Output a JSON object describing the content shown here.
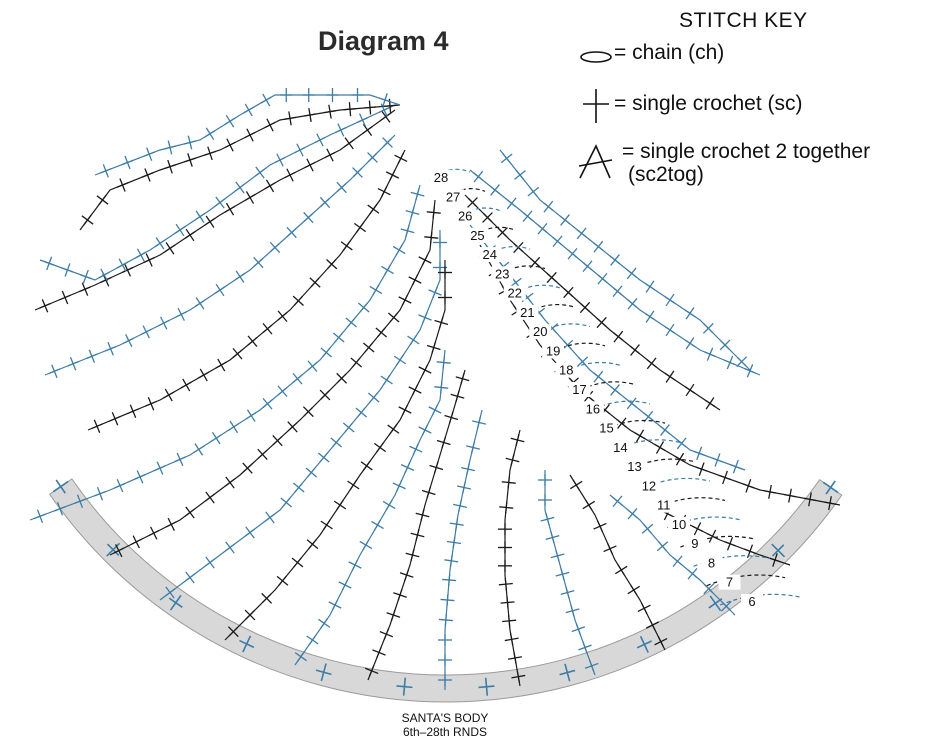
{
  "title": "Diagram 4",
  "stitch_key": {
    "heading": "STITCH KEY",
    "chain": "= chain (ch)",
    "single_crochet": "= single crochet (sc)",
    "sc2tog_line1": "= single crochet 2 together",
    "sc2tog_line2": "(sc2tog)"
  },
  "caption": {
    "line1": "SANTA'S BODY",
    "line2": "6th–28th RNDS"
  },
  "round_labels": [
    "6",
    "7",
    "8",
    "9",
    "10",
    "11",
    "12",
    "13",
    "14",
    "15",
    "16",
    "17",
    "18",
    "19",
    "20",
    "21",
    "22",
    "23",
    "24",
    "25",
    "26",
    "27",
    "28"
  ],
  "colors": {
    "blue": "#3d7ca6",
    "black": "#1a1a1a",
    "band": "#d8d8d8"
  },
  "icons": [
    "chain-oval-icon",
    "single-crochet-cross-icon",
    "sc2tog-icon"
  ]
}
